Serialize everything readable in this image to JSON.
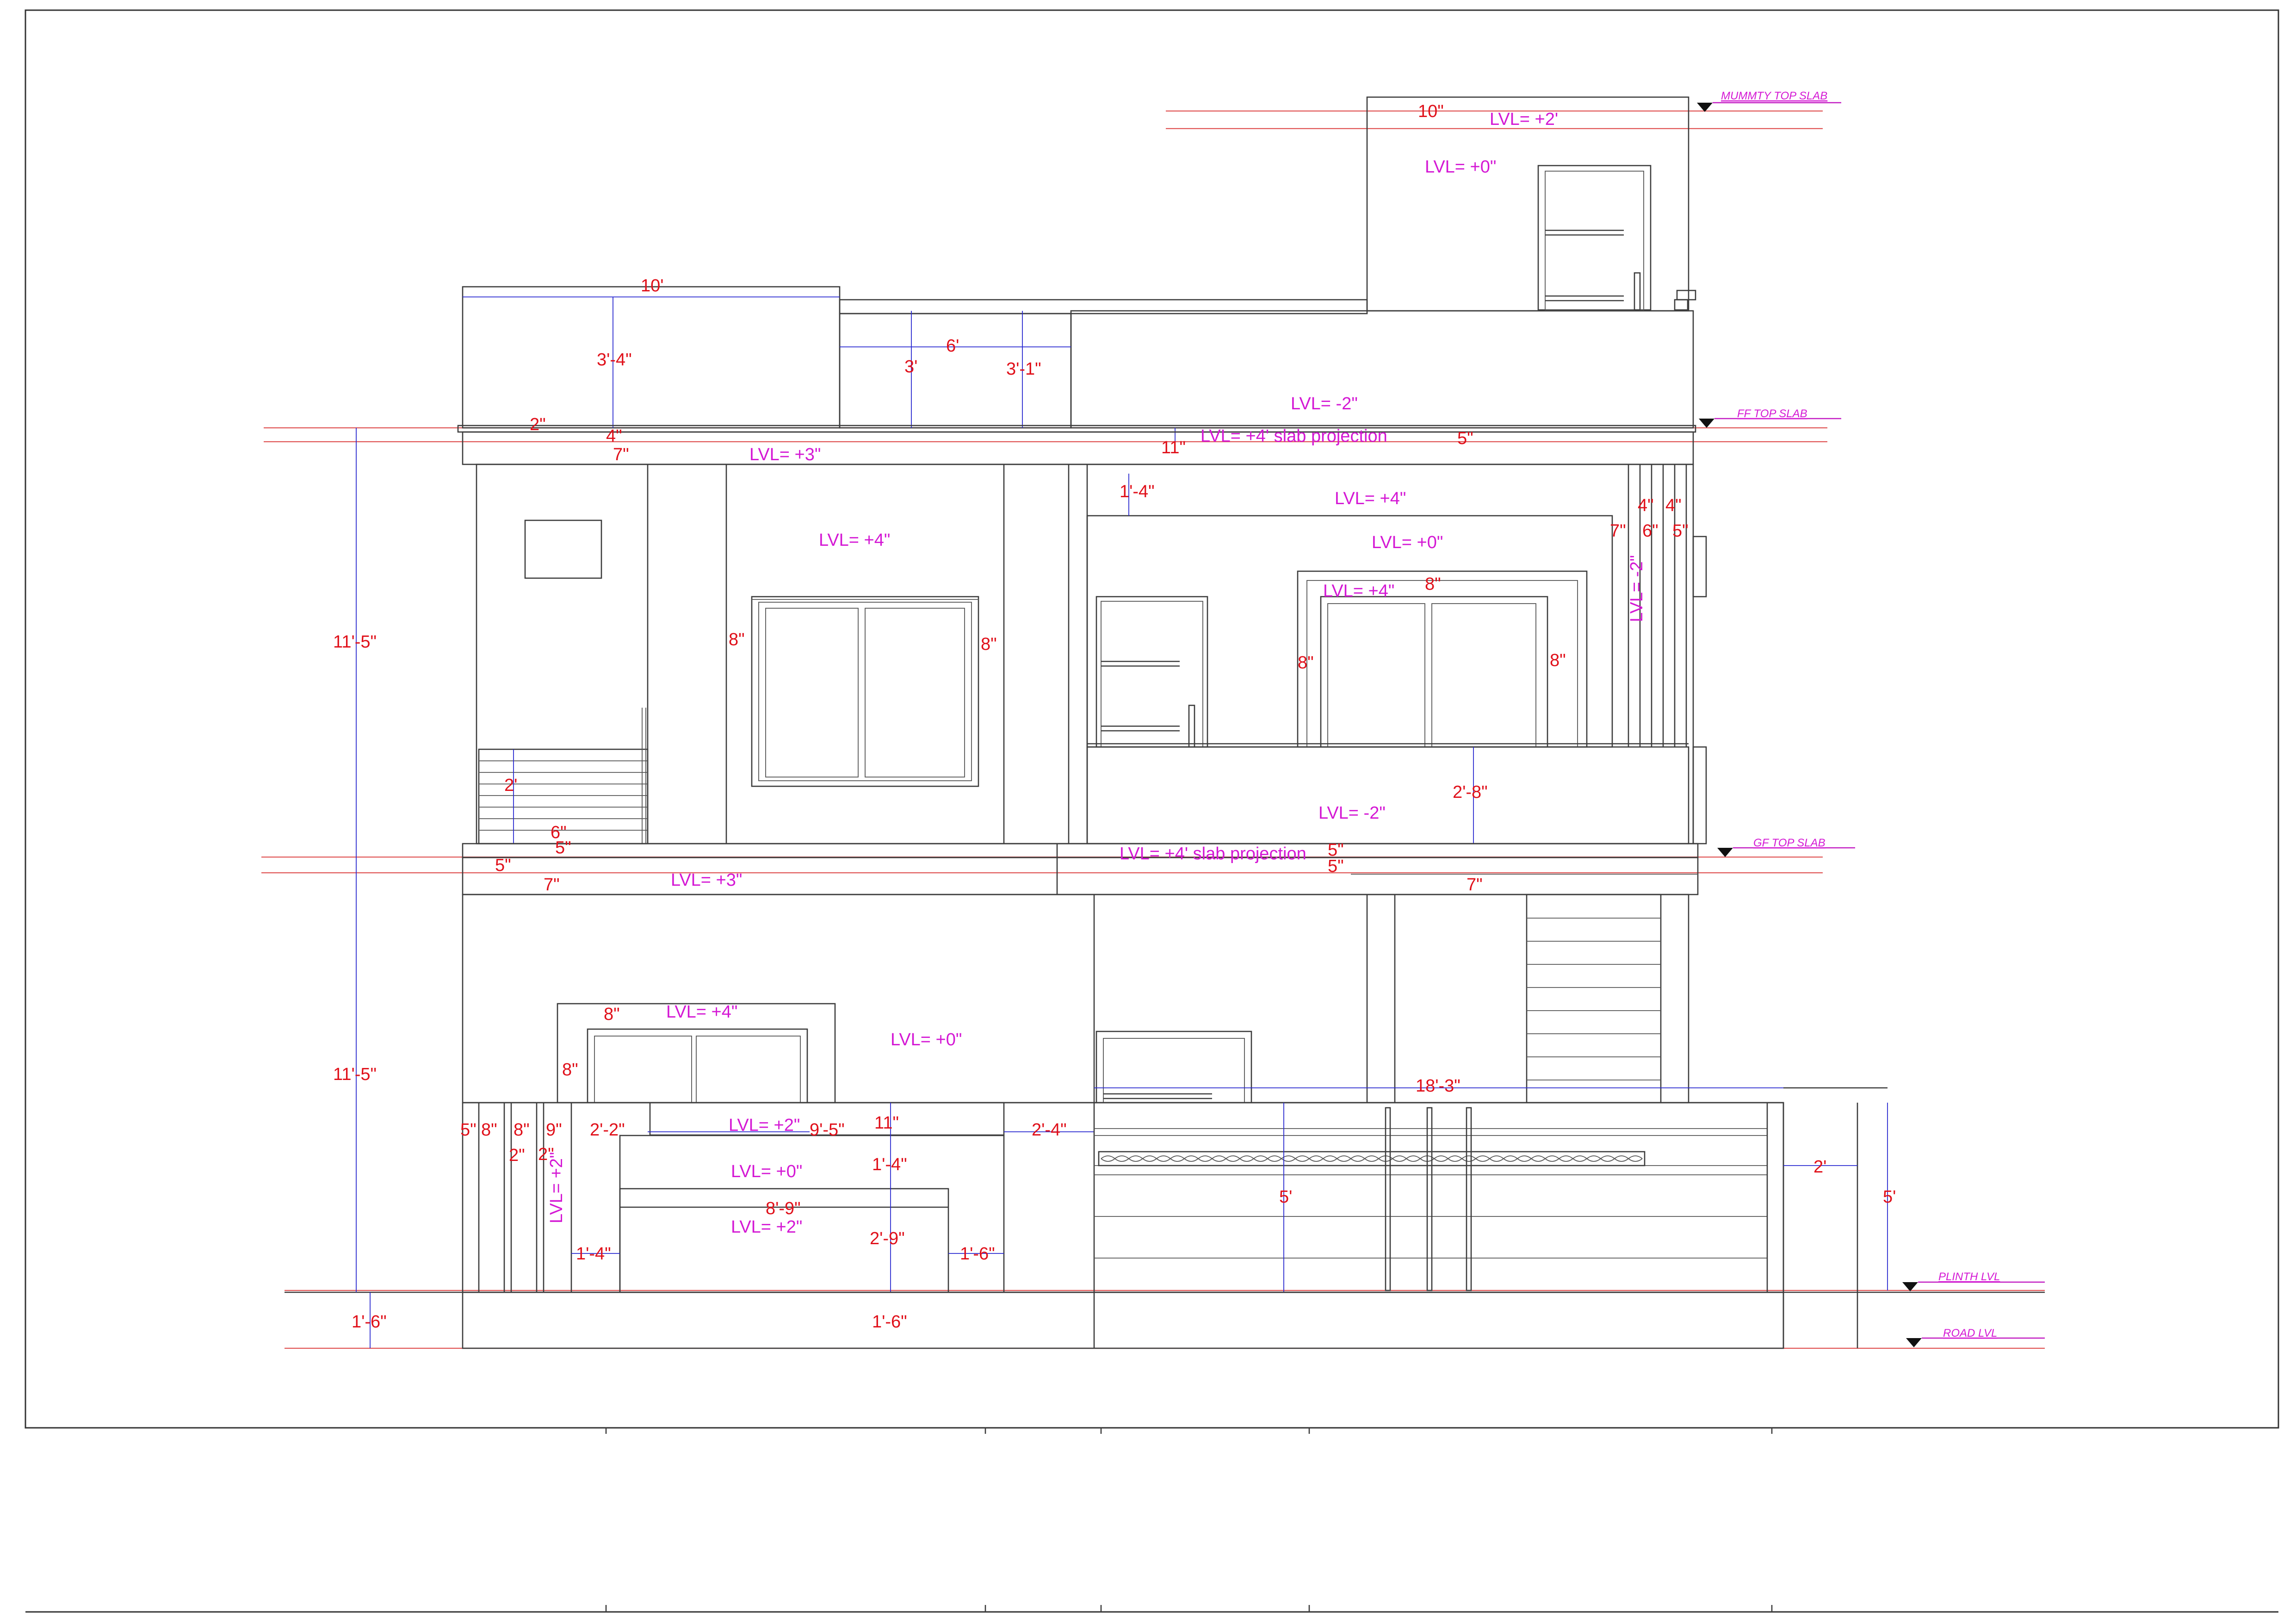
{
  "level_markers": {
    "mummty_top_slab": "MUMMTY TOP SLAB",
    "ff_top_slab": "FF TOP SLAB",
    "gf_top_slab": "GF TOP SLAB",
    "plinth_lvl": "PLINTH LVL",
    "road_lvl": "ROAD LVL"
  },
  "levels": {
    "mummty_top": "LVL= +2'",
    "mummty_inside": "LVL= +0\"",
    "ff_parapet": "LVL= -2\"",
    "ff_slab_projection": "LVL= +4'  slab projection",
    "ff_left_band": "LVL= +3\"",
    "ff_left_window": "LVL= +4\"",
    "ff_right_top": "LVL= +4\"",
    "ff_right_mid": "LVL= +0\"",
    "ff_right_window": "LVL= +4\"",
    "ff_balcony": "LVL= -2\"",
    "ff_side_vertical": "LVL= -2\"",
    "gf_slab_projection": "LVL= +4'  slab projection",
    "gf_band": "LVL= +3\"",
    "gf_window": "LVL= +4\"",
    "gf_wall": "LVL= +0\"",
    "gf_boundary_top": "LVL= +2\"",
    "gf_boundary_mid": "LVL= +0\"",
    "gf_boundary_low": "LVL= +2\"",
    "gf_pillar_vertical": "LVL= +2\""
  },
  "dimensions": {
    "mummty_10in": "10\"",
    "parapet_10ft": "10'",
    "parapet_3ft4": "3'-4\"",
    "ff_6ft": "6'",
    "ff_3ft": "3'",
    "ff_3ft1": "3'-1\"",
    "ff_2in": "2\"",
    "ff_4in": "4\"",
    "ff_7in": "7\"",
    "ff_11in": "11\"",
    "ff_5in": "5\"",
    "ff_1ft4": "1'-4\"",
    "ff_side_4in_a": "4\"",
    "ff_side_4in_b": "4\"",
    "ff_side_7in": "7\"",
    "ff_side_6in": "6\"",
    "ff_side_5in": "5\"",
    "ff_win_8in_l": "8\"",
    "ff_win_8in_r": "8\"",
    "ff_rwin_8in_top": "8\"",
    "ff_rwin_8in_l": "8\"",
    "ff_rwin_8in_r": "8\"",
    "ff_2ft8": "2'-8\"",
    "ff_2ft": "2'",
    "ff_6in": "6\"",
    "total_ff_height": "11'-5\"",
    "total_gf_height": "11'-5\"",
    "gf_5in_a": "5\"",
    "gf_5in_b": "5\"",
    "gf_7in_l": "7\"",
    "gf_5in_r1": "5\"",
    "gf_5in_r2": "5\"",
    "gf_7in_r": "7\"",
    "gf_win_8in_top": "8\"",
    "gf_win_8in_side": "8\"",
    "gf_18ft3": "18'-3\"",
    "pil_5in": "5\"",
    "pil_8in_a": "8\"",
    "pil_8in_b": "8\"",
    "pil_9in": "9\"",
    "pil_2ft2": "2'-2\"",
    "pil_9ft5": "9'-5\"",
    "pil_11in": "11\"",
    "pil_2ft4": "2'-4\"",
    "pil_2in_a": "2\"",
    "pil_2in_b": "2\"",
    "pil_1ft4_a": "1'-4\"",
    "pil_8ft9": "8'-9\"",
    "pil_2ft9": "2'-9\"",
    "pil_1ft4_b": "1'-4\"",
    "pil_1ft6": "1'-6\"",
    "gate_5ft": "5'",
    "gate_2ft": "2'",
    "gate_5ft_r": "5'",
    "plinth_1ft6_l": "1'-6\"",
    "plinth_1ft6_c": "1'-6\""
  }
}
